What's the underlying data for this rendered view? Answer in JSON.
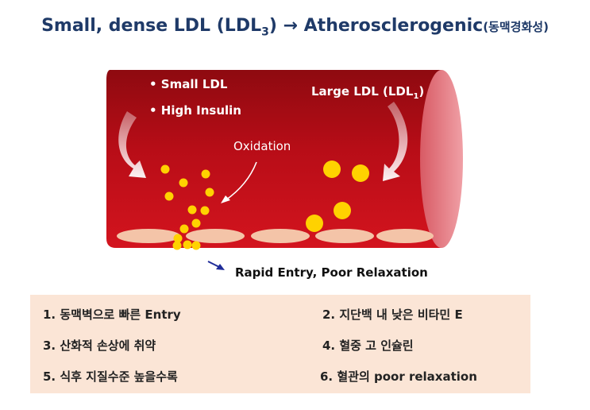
{
  "title": {
    "main": "Small, dense LDL (LDL",
    "sub": "3",
    "after": ") → Atherosclerogenic",
    "korean": "(동맥경화성)"
  },
  "vessel": {
    "bullets": [
      "• Small LDL",
      "• High Insulin"
    ],
    "large_ldl_label": "Large LDL (LDL",
    "large_ldl_sub": "1",
    "large_ldl_after": ")",
    "oxidation_label": "Oxidation",
    "caption": "Rapid Entry, Poor Relaxation"
  },
  "list": [
    "1. 동맥벽으로 빠른 Entry",
    "2. 지단백 내 낮은 비타민 E",
    "3. 산화적 손상에 취약",
    "4. 혈중 고 인슐린",
    "5. 식후 지질수준 높을수록",
    "6. 혈관의 poor relaxation"
  ],
  "colors": {
    "title": "#1f3a68",
    "vessel_dark": "#8e0a10",
    "vessel_red": "#c8101a",
    "vessel_end": "#e87a82",
    "ldl_particle": "#ffd200",
    "endothelium": "#f4c4a8",
    "panel": "#fbe5d6",
    "caption_arrow": "#1f2c99"
  }
}
